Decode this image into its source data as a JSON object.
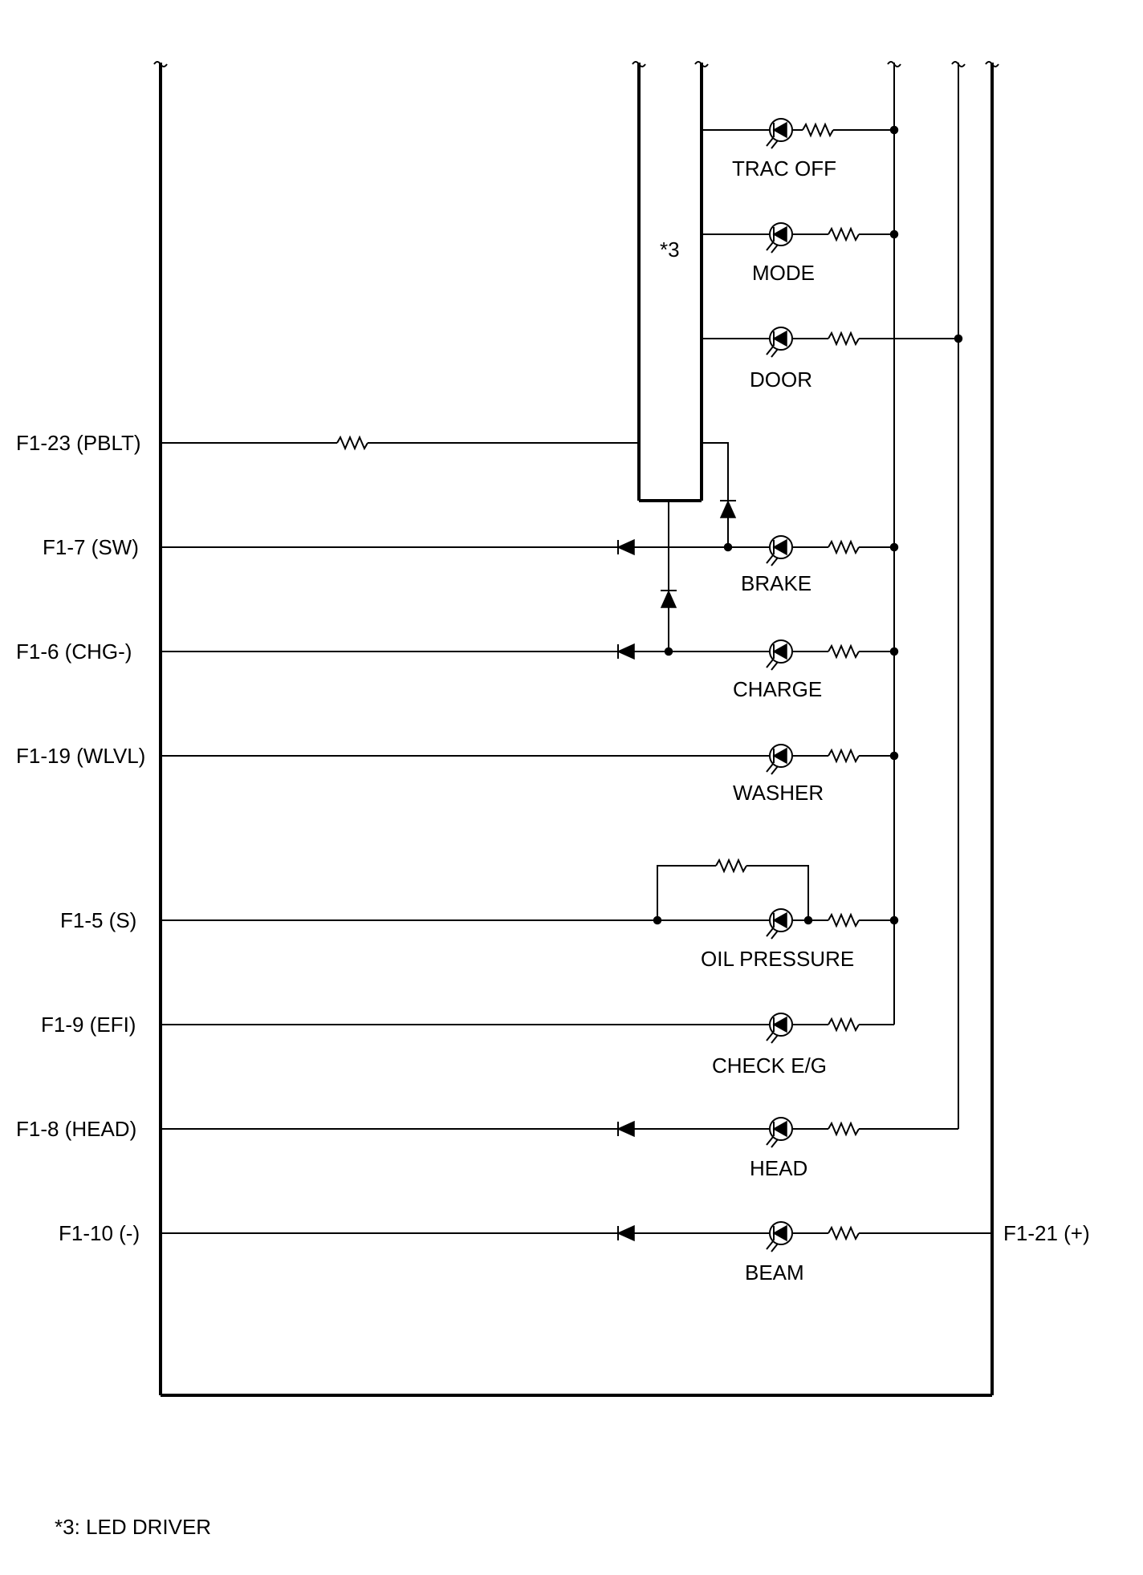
{
  "driver_block": {
    "label": "*3"
  },
  "indicators": [
    {
      "id": "trac-off",
      "label": "TRAC OFF"
    },
    {
      "id": "mode",
      "label": "MODE"
    },
    {
      "id": "door",
      "label": "DOOR"
    },
    {
      "id": "brake",
      "label": "BRAKE"
    },
    {
      "id": "charge",
      "label": "CHARGE"
    },
    {
      "id": "washer",
      "label": "WASHER"
    },
    {
      "id": "oil-pressure",
      "label": "OIL PRESSURE"
    },
    {
      "id": "check-eg",
      "label": "CHECK E/G"
    },
    {
      "id": "head",
      "label": "HEAD"
    },
    {
      "id": "beam",
      "label": "BEAM"
    }
  ],
  "pins_left": [
    {
      "id": "pblt",
      "label": "F1-23 (PBLT)"
    },
    {
      "id": "sw",
      "label": "F1-7 (SW)"
    },
    {
      "id": "chg",
      "label": "F1-6 (CHG-)"
    },
    {
      "id": "wlvl",
      "label": "F1-19 (WLVL)"
    },
    {
      "id": "s",
      "label": "F1-5 (S)"
    },
    {
      "id": "efi",
      "label": "F1-9 (EFI)"
    },
    {
      "id": "head",
      "label": "F1-8 (HEAD)"
    },
    {
      "id": "neg",
      "label": "F1-10 (-)"
    }
  ],
  "pin_right": {
    "label": "F1-21 (+)"
  },
  "footnote": {
    "text": "*3: LED DRIVER"
  }
}
